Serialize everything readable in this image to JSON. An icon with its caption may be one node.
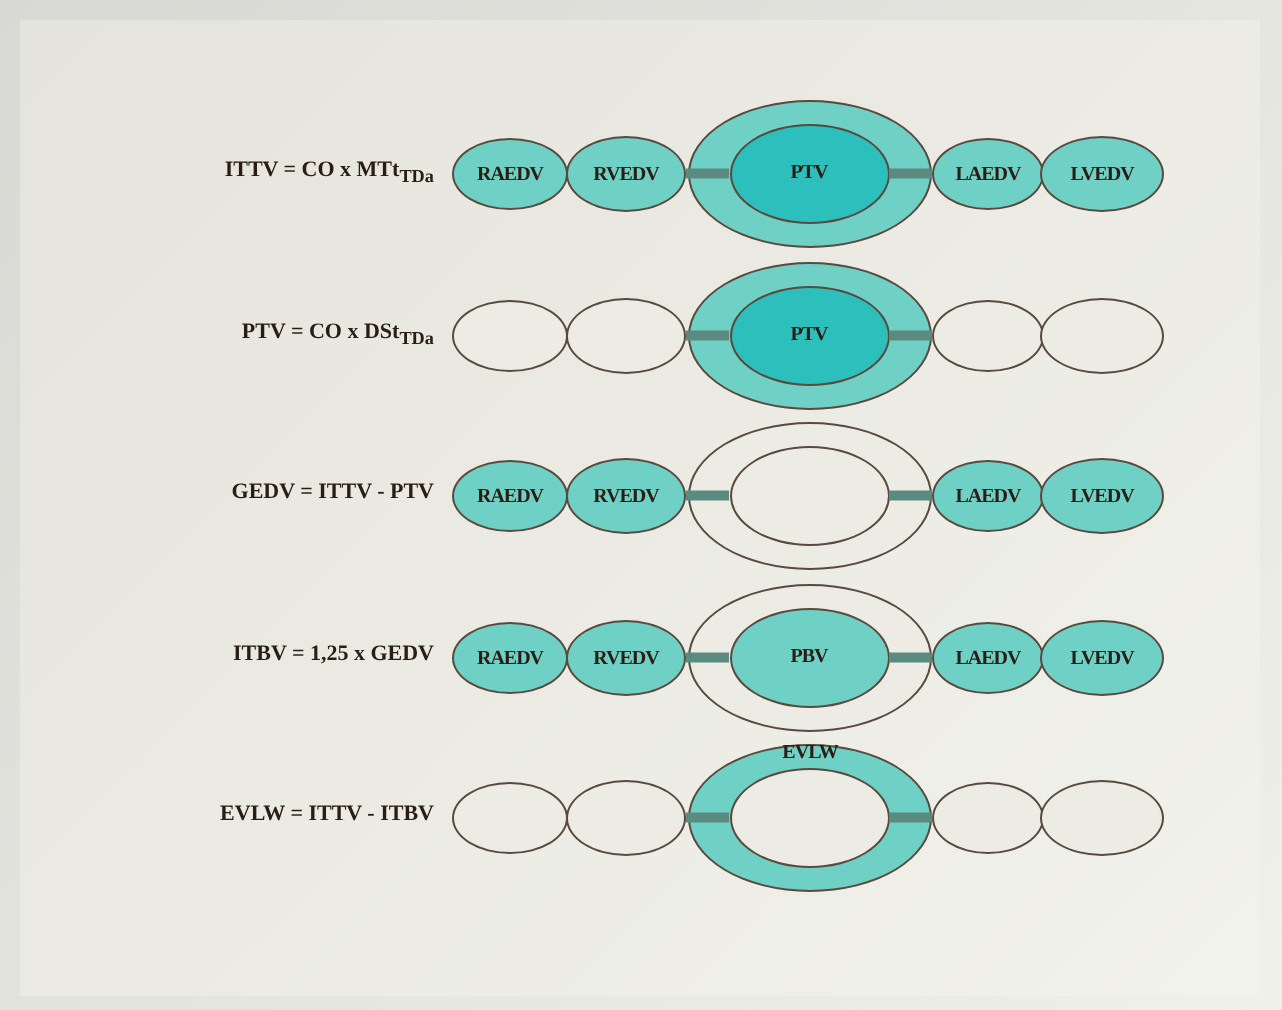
{
  "diagram": {
    "nodes": [
      {
        "text": [
          "RAEDV"
        ]
      },
      {
        "text": [
          "RVEDV"
        ]
      },
      {
        "text": [],
        "shape": "circle"
      },
      {
        "text": [
          "PTV"
        ],
        "in": 2
      },
      {
        "text": [
          "LAEDV"
        ]
      },
      {
        "text": [
          "LVEDV"
        ]
      },
      {
        "text": [],
        "shape": "circle"
      },
      {
        "text": [],
        "shape": "circle"
      },
      {
        "text": [],
        "shape": "circle"
      },
      {
        "text": [
          "PTV"
        ],
        "in": 8
      },
      {
        "text": [],
        "shape": "circle"
      },
      {
        "text": [],
        "shape": "circle"
      },
      {
        "text": [
          "RAEDV"
        ]
      },
      {
        "text": [
          "RVEDV"
        ]
      },
      {
        "text": [],
        "shape": "circle"
      },
      {
        "text": [],
        "shape": "circle",
        "in": 14
      },
      {
        "text": [
          "LAEDV"
        ]
      },
      {
        "text": [
          "LVEDV"
        ]
      },
      {
        "text": [
          "RAEDV"
        ]
      },
      {
        "text": [
          "RVEDV"
        ]
      },
      {
        "text": [],
        "shape": "circle"
      },
      {
        "text": [
          "PBV"
        ],
        "in": 20
      },
      {
        "text": [
          "LAEDV"
        ]
      },
      {
        "text": [
          "LVEDV"
        ]
      },
      {
        "text": [],
        "shape": "circle"
      },
      {
        "text": [],
        "shape": "circle"
      },
      {
        "text": [
          "EVLW"
        ]
      },
      {
        "text": [],
        "shape": "circle",
        "in": 26
      },
      {
        "text": [],
        "shape": "circle"
      },
      {
        "text": [],
        "shape": "circle"
      }
    ],
    "edges": [
      {
        "from": 1,
        "to": 3,
        "arrow": "none"
      },
      {
        "from": 3,
        "to": 4,
        "arrow": "none"
      },
      {
        "from": 7,
        "to": 9,
        "arrow": "none"
      },
      {
        "from": 9,
        "to": 10,
        "arrow": "none"
      },
      {
        "from": 13,
        "to": 15,
        "arrow": "none"
      },
      {
        "from": 15,
        "to": 16,
        "arrow": "none"
      },
      {
        "from": 19,
        "to": 21,
        "arrow": "none"
      },
      {
        "from": 21,
        "to": 22,
        "arrow": "none"
      },
      {
        "from": 25,
        "to": 27,
        "arrow": "none"
      },
      {
        "from": 27,
        "to": 28,
        "arrow": "none"
      }
    ],
    "labels": [
      "ITTV = CO x MTt$_{TDa}$",
      "PTV = CO x DSt$_{TDa}$",
      "GEDV = ITTV - PTV",
      "ITBV = 1,25 x GEDV",
      "EVLW = ITTV - ITBV"
    ]
  }
}
